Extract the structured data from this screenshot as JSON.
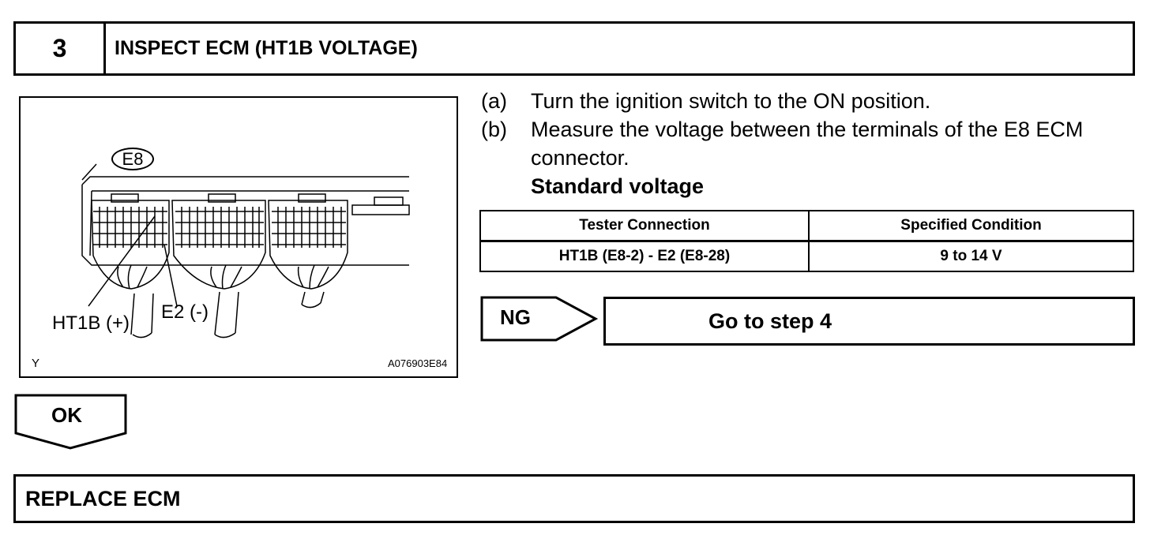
{
  "step": {
    "number": "3",
    "title": "INSPECT ECM (HT1B VOLTAGE)"
  },
  "diagram": {
    "connector_tag": "E8",
    "label_ht1b": "HT1B (+)",
    "label_e2": "E2 (-)",
    "view_letter": "Y",
    "figure_code": "A076903E84"
  },
  "instructions": [
    {
      "marker": "(a)",
      "text": "Turn the ignition switch to the ON position."
    },
    {
      "marker": "(b)",
      "text": "Measure the voltage between the terminals of the E8 ECM connector."
    }
  ],
  "standard_label": "Standard voltage",
  "table": {
    "headers": [
      "Tester Connection",
      "Specified Condition"
    ],
    "rows": [
      [
        "HT1B (E8-2) - E2 (E8-28)",
        "9 to 14 V"
      ]
    ]
  },
  "ng": {
    "label": "NG",
    "target": "Go to step 4"
  },
  "ok": {
    "label": "OK"
  },
  "final_action": "REPLACE ECM"
}
